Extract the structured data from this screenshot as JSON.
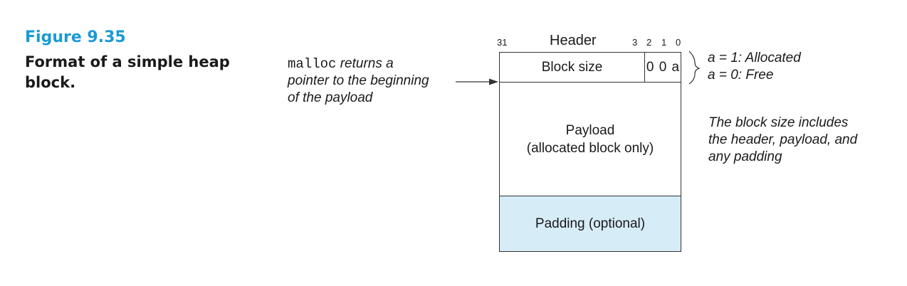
{
  "figure": {
    "number": "Figure 9.35",
    "caption": "Format of a simple heap block."
  },
  "malloc_note": {
    "code": "malloc",
    "line1_rest": " returns a",
    "line2": "pointer to the beginning",
    "line3": "of the payload"
  },
  "header": {
    "title": "Header",
    "bit_31": "31",
    "bit_3": "3",
    "bit_2": "2",
    "bit_1": "1",
    "bit_0": "0"
  },
  "block": {
    "block_size": "Block size",
    "low_bits": "0 0 a",
    "payload_line1": "Payload",
    "payload_line2": "(allocated block only)",
    "padding": "Padding (optional)"
  },
  "annotations": {
    "allocated": "a = 1: Allocated",
    "free": "a = 0: Free",
    "size_line1": "The block size includes",
    "size_line2": "the header, payload, and",
    "size_line3": "any padding"
  },
  "colors": {
    "figure_number": "#1a9ad6",
    "padding_fill": "#d6ecf7",
    "stroke": "#333333"
  }
}
